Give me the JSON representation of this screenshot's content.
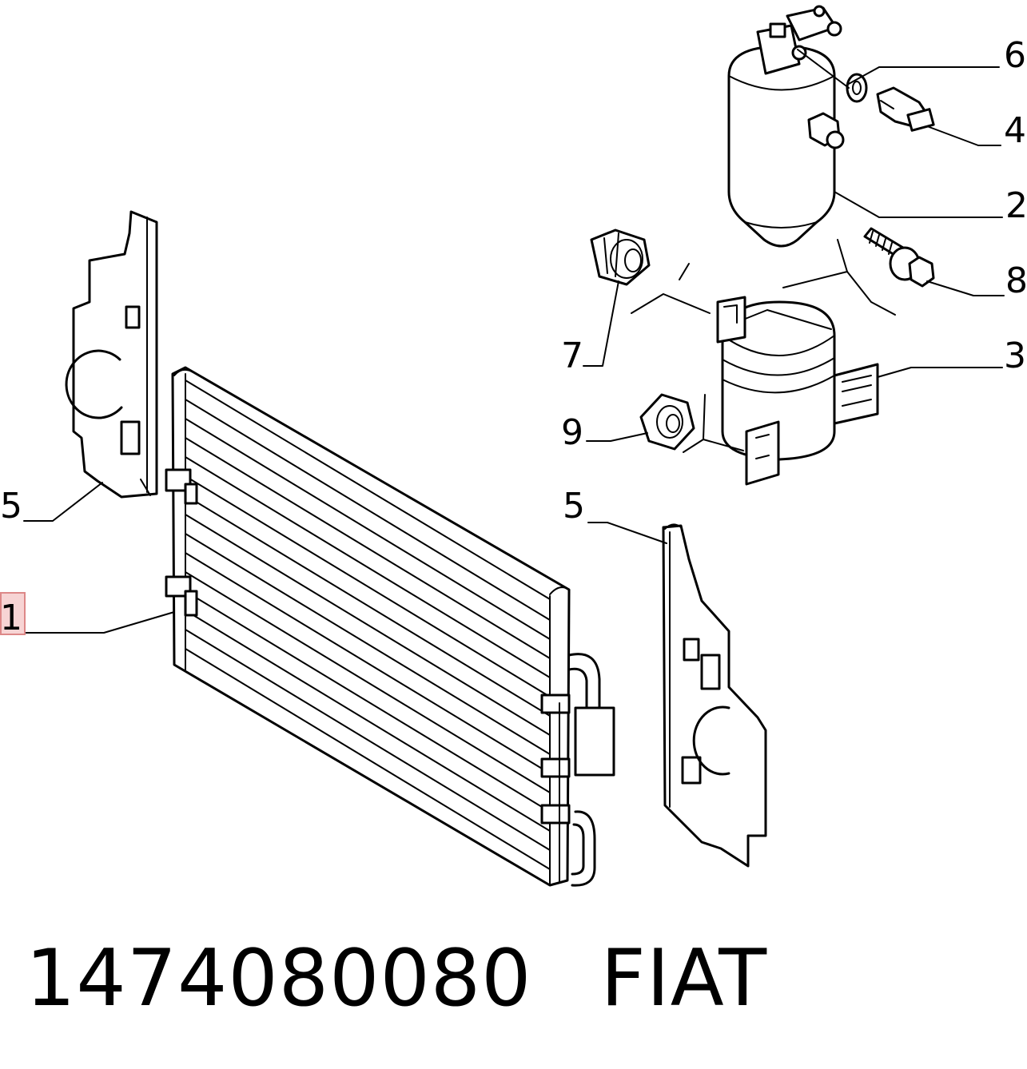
{
  "callouts": {
    "c6": "6",
    "c4": "4",
    "c2": "2",
    "c8": "8",
    "c3": "3",
    "c7": "7",
    "c9": "9",
    "c5_left": "5",
    "c5_right": "5",
    "c1": "1"
  },
  "footer": {
    "part_number": "1474080080",
    "brand": "FIAT"
  },
  "colors": {
    "line": "#000000",
    "background": "#ffffff",
    "highlight": "#f7d4d4"
  }
}
